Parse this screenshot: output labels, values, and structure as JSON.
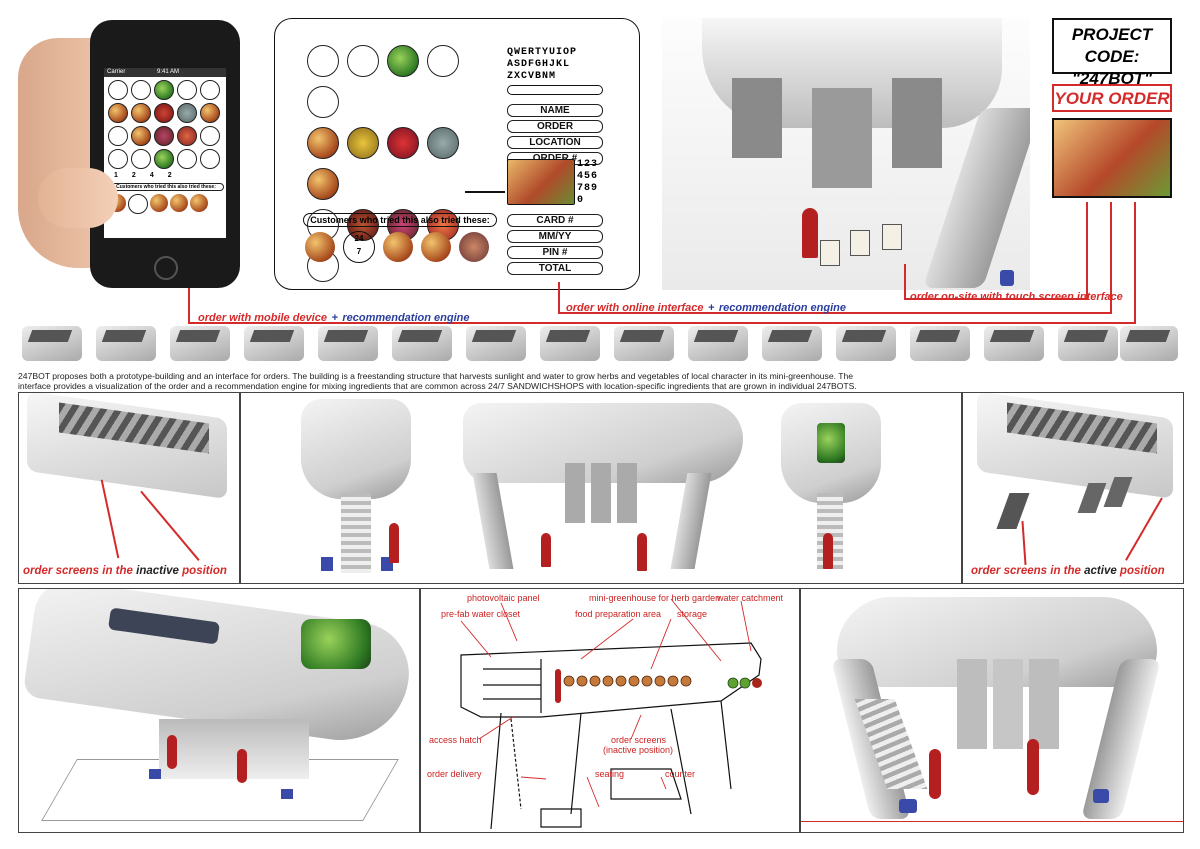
{
  "interface": {
    "keyboard_rows": [
      "QWERTYUIOP",
      "ASDFGHJKL",
      "ZXCVBNM"
    ],
    "fields_top": [
      "NAME",
      "ORDER",
      "LOCATION",
      "ORDER #"
    ],
    "fields_bottom": [
      "CARD #",
      "MM/YY",
      "PIN #",
      "TOTAL"
    ],
    "numpad": [
      "123",
      "456",
      "789",
      "0"
    ],
    "counts": [
      "1",
      "2",
      "4",
      "2"
    ],
    "recommend_label": "Customers who tried this also tried these:",
    "rec_num_top": "24",
    "rec_num_bottom": "7"
  },
  "phone": {
    "carrier": "Carrier",
    "time": "9:41 AM",
    "recommend_label": "Customers who tried this also tried these:",
    "counts": [
      "1",
      "2",
      "4",
      "2"
    ]
  },
  "project": {
    "code_line1": "PROJECT CODE:",
    "code_line2": "\"247BOT\"",
    "your_order": "YOUR ORDER"
  },
  "captions": {
    "mobile_red": "order with mobile device",
    "mobile_blue": "recommendation engine",
    "online_red": "order with online interface",
    "online_blue": "recommendation engine",
    "onsite": "order on-site with touch screen interface",
    "plus": "+"
  },
  "description": {
    "line1": "247BOT proposes both a prototype-building and an interface for orders. The building is a freestanding structure that harvests sunlight and water to grow herbs and vegetables of local character in its mini-greenhouse. The",
    "line2": "interface provides a visualization of the order and a recommendation engine for mixing ingredients that are common across 24/7 SANDWICHSHOPS with location-specific ingredients that are grown in individual 247BOTS."
  },
  "row2": {
    "inactive_pre": "order screens in the ",
    "inactive_word": "inactive",
    "inactive_post": " position",
    "active_pre": "order screens in the ",
    "active_word": "active",
    "active_post": " position"
  },
  "section_labels": {
    "photovoltaic": "photovoltaic panel",
    "water_closet": "pre-fab water closet",
    "greenhouse": "mini-greenhouse for herb garden",
    "water_catchment": "water catchment",
    "food_prep": "food preparation area",
    "storage": "storage",
    "access_hatch": "access hatch",
    "order_screens": "order screens",
    "inactive_position": "(inactive position)",
    "order_delivery": "order delivery",
    "seating": "seating",
    "counter": "counter"
  },
  "colors": {
    "accent_red": "#d42a2a",
    "accent_blue": "#2b3e9d"
  }
}
